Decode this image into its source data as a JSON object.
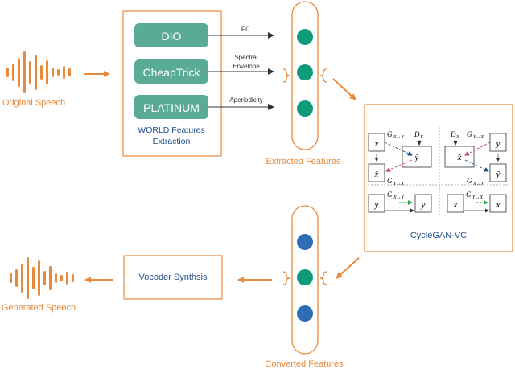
{
  "colors": {
    "orange": "#e8893c",
    "teal": "#5aab96",
    "navy": "#1a4f8c",
    "node_teal": "#0f9a7b",
    "node_blue": "#2c6db5",
    "dark": "#333333",
    "text_blue": "#1f4f8c"
  },
  "labels": {
    "original_speech": "Original Speech",
    "generated_speech": "Generated Speech",
    "world_extraction": [
      "WORLD Features",
      "Extraction"
    ],
    "extracted_features": "Extracted Features",
    "converted_features": "Converted Features",
    "vocoder": "Vocoder Synthsis",
    "cyclegan": "CycleGAN-VC"
  },
  "modules": [
    {
      "name": "DIO",
      "output": [
        "F0"
      ]
    },
    {
      "name": "CheapTrick",
      "output": [
        "Spectral",
        "Envelope"
      ]
    },
    {
      "name": "PLATINUM",
      "output": [
        "Aperiodicity"
      ]
    }
  ],
  "extracted_nodes": [
    "teal",
    "teal",
    "teal"
  ],
  "converted_nodes": [
    "blue",
    "teal",
    "blue"
  ],
  "cycle_panels": {
    "tl": {
      "top": "x",
      "mid": "ŷ",
      "bottom": "x̂",
      "gen_top": "G",
      "gen_top_sub": "X→Y",
      "disc": "D",
      "disc_sub": "Y",
      "gen_bot": "G",
      "gen_bot_sub": "Y→X"
    },
    "tr": {
      "top": "y",
      "mid": "x̂",
      "bottom": "ŷ",
      "gen_top": "G",
      "gen_top_sub": "Y→X",
      "disc": "D",
      "disc_sub": "X",
      "gen_bot": "G",
      "gen_bot_sub": "X→Y"
    },
    "bl": {
      "left": "y",
      "right": "y",
      "gen": "G",
      "gen_sub": "X→Y"
    },
    "br": {
      "left": "x",
      "right": "x",
      "gen": "G",
      "gen_sub": "Y→X"
    }
  }
}
